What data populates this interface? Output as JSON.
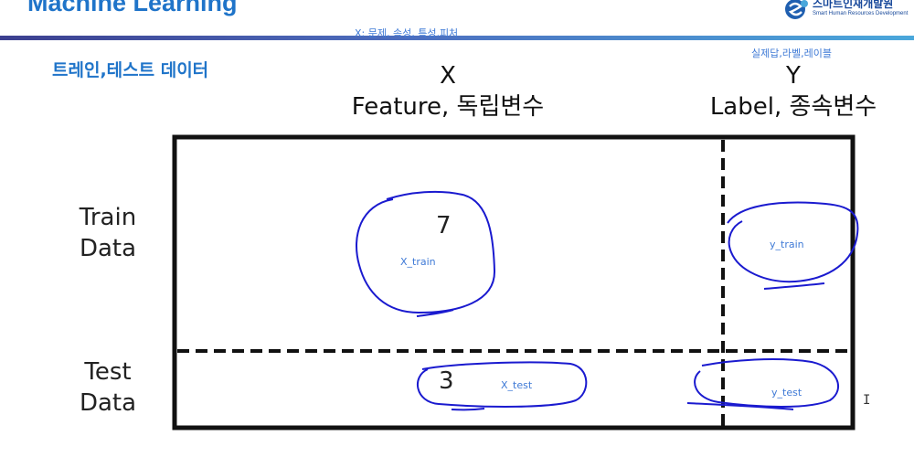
{
  "header": {
    "title": "Machine Learning",
    "logo_text": "스마트인재개발원",
    "logo_sub": "Smart Human Resources Development"
  },
  "subtitle": "트레인,테스트 데이터",
  "notes": {
    "x_note": "X: 문제, 속성, 특성,피처",
    "y_note": "실제답,라벨,레이블"
  },
  "columns": {
    "x_symbol": "X",
    "x_label": "Feature, 독립변수",
    "y_symbol": "Y",
    "y_label": "Label, 종속변수"
  },
  "rows": {
    "train": "Train",
    "train_data": "Data",
    "test": "Test",
    "test_data": "Data"
  },
  "annotations": {
    "train_count": "7",
    "x_train": "X_train",
    "y_train": "y_train",
    "test_count": "3",
    "x_test": "X_test",
    "y_test": "y_test"
  },
  "colors": {
    "accent": "#1f74c9",
    "ink": "#1a1acf",
    "note": "#3f7ad6"
  }
}
